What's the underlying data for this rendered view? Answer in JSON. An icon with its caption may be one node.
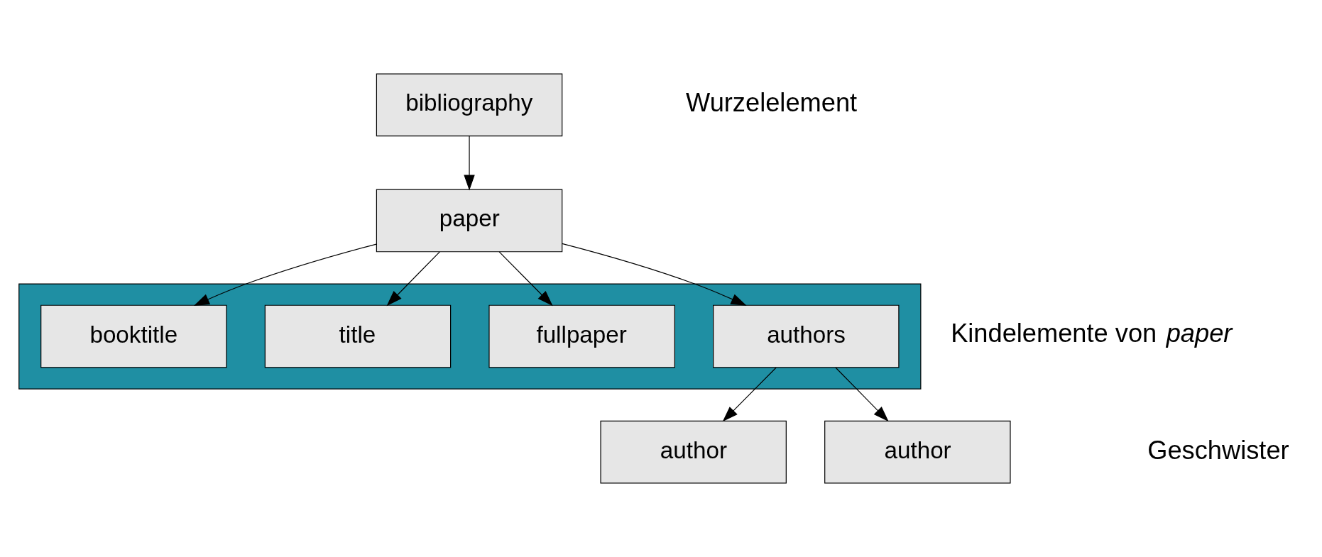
{
  "diagram": {
    "nodes": [
      {
        "text": [
          "bibliography"
        ]
      },
      {
        "text": [
          "paper"
        ]
      },
      {
        "text": [],
        "shape": "box"
      },
      {
        "text": [
          "authors"
        ],
        "in": 2
      },
      {
        "text": [
          "fullpaper"
        ],
        "in": 2
      },
      {
        "text": [
          "title"
        ],
        "in": 2
      },
      {
        "text": [
          "booktitle"
        ],
        "in": 2
      },
      {
        "text": [
          "author"
        ]
      },
      {
        "text": [
          "author"
        ]
      }
    ],
    "edges": [
      {
        "from": 0,
        "to": 1,
        "arrow": "to"
      },
      {
        "from": 1,
        "to": 3,
        "arrow": "to"
      },
      {
        "from": 1,
        "to": 4,
        "arrow": "to"
      },
      {
        "from": 1,
        "to": 5,
        "arrow": "to"
      },
      {
        "from": 1,
        "to": 6,
        "arrow": "to"
      },
      {
        "from": 3,
        "to": 7,
        "arrow": "to"
      },
      {
        "from": 3,
        "to": 8,
        "arrow": "to"
      }
    ],
    "labels": [
      "Wurzelelement",
      "Kindelemente von *paper*",
      "Geschwister"
    ]
  }
}
